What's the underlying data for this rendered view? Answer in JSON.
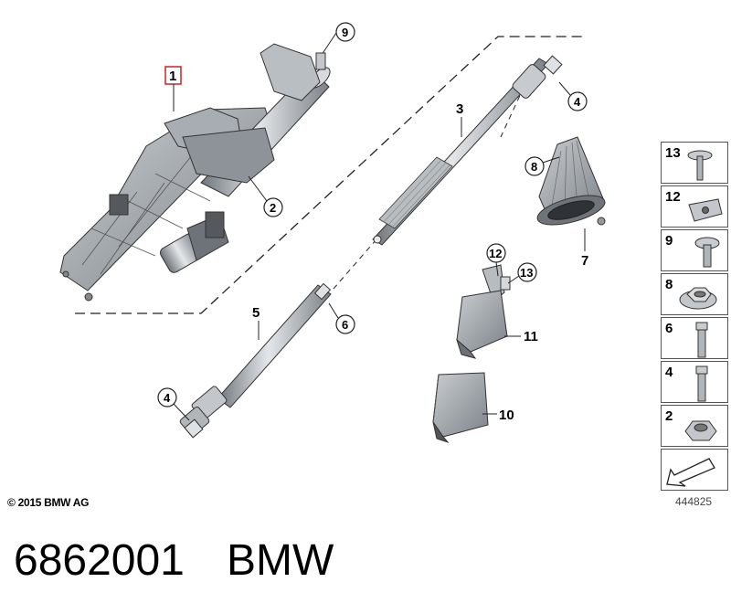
{
  "callouts": {
    "c1": "1",
    "c2": "2",
    "c3": "3",
    "c4a": "4",
    "c4b": "4",
    "c5": "5",
    "c6": "6",
    "c7": "7",
    "c8": "8",
    "c9": "9",
    "c10": "10",
    "c11": "11",
    "c12": "12",
    "c13": "13"
  },
  "legend": [
    {
      "label": "13"
    },
    {
      "label": "12"
    },
    {
      "label": "9"
    },
    {
      "label": "8"
    },
    {
      "label": "6"
    },
    {
      "label": "4"
    },
    {
      "label": "2"
    }
  ],
  "footer": {
    "copyright": "© 2015 BMW AG",
    "diagram_number": "444825"
  },
  "caption": {
    "part_number": "6862001",
    "brand": "BMW"
  },
  "colors": {
    "highlight_box": "#d03030",
    "part_gray": "#9aa0a6",
    "outline": "#333333"
  }
}
